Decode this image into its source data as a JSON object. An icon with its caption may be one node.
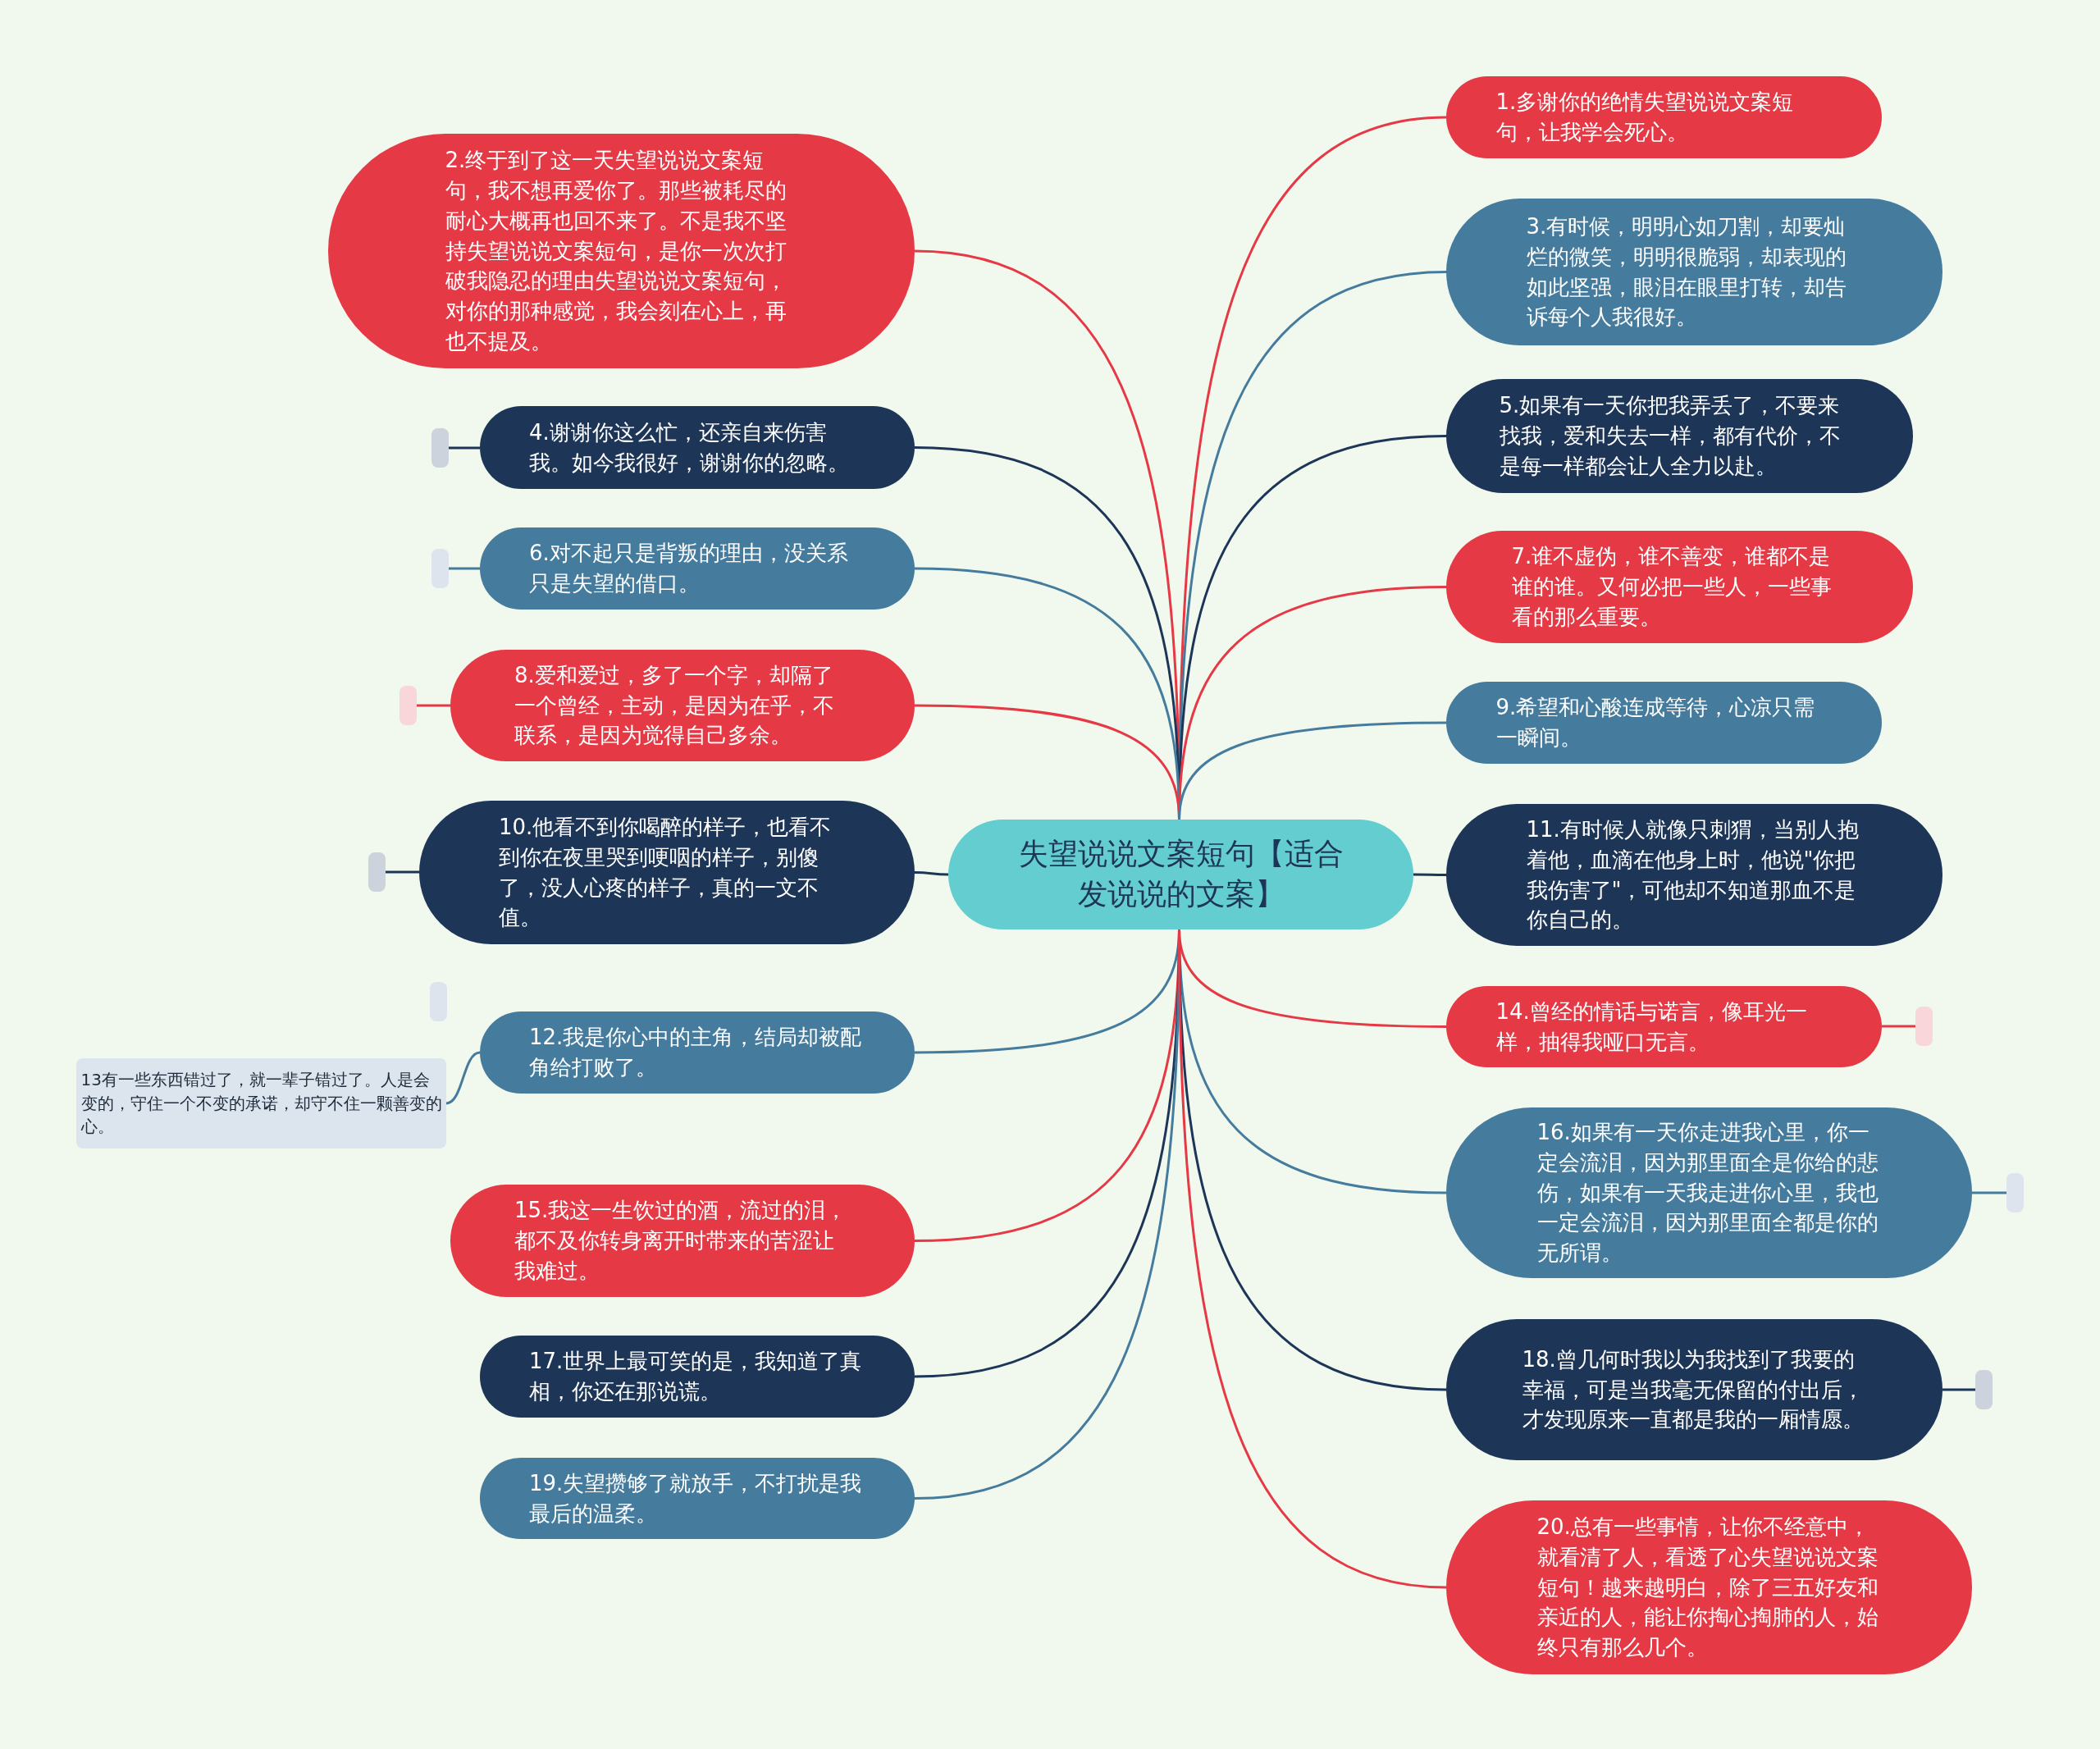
{
  "diagram": {
    "nodes": [
      {
        "text": [
          "失望说说文案短句【适合发说说的文案】"
        ]
      },
      {
        "text": [
          "1.多谢你的绝情失望说说文案短句，让我学会死心。"
        ]
      },
      {
        "text": [
          "2.终于到了这一天失望说说文案短句，我不想再爱你了。那些被耗尽的耐心大概再也回不来了。不是我不坚持失望说说文案短句，是你一次次打破我隐忍的理由失望说说文案短句，对你的那种感觉，我会刻在心上，再也不提及。"
        ]
      },
      {
        "text": [
          "3.有时候，明明心如刀割，却要灿烂的微笑，明明很脆弱，却表现的如此坚强，眼泪在眼里打转，却告诉每个人我很好。"
        ]
      },
      {
        "text": [
          "4.谢谢你这么忙，还亲自来伤害我。如今我很好，谢谢你的忽略。"
        ]
      },
      {
        "text": [
          "5.如果有一天你把我弄丢了，不要来找我，爱和失去一样，都有代价，不是每一样都会让人全力以赴。"
        ]
      },
      {
        "text": [
          "6.对不起只是背叛的理由，没关系只是失望的借口。"
        ]
      },
      {
        "text": [
          "7.谁不虚伪，谁不善变，谁都不是谁的谁。又何必把一些人，一些事看的那么重要。"
        ]
      },
      {
        "text": [
          "8.爱和爱过，多了一个字，却隔了一个曾经，主动，是因为在乎，不联系，是因为觉得自己多余。"
        ]
      },
      {
        "text": [
          "9.希望和心酸连成等待，心凉只需一瞬间。"
        ]
      },
      {
        "text": [
          "10.他看不到你喝醉的样子，也看不到你在夜里哭到哽咽的样子，别傻了，没人心疼的样子，真的一文不值。"
        ]
      },
      {
        "text": [
          "11.有时候人就像只刺猬，当别人抱着他，血滴在他身上时，他说\"你把我伤害了\"，可他却不知道那血不是你自己的。"
        ]
      },
      {
        "text": [
          "12.我是你心中的主角，结局却被配角给打败了。"
        ]
      },
      {
        "text": [
          "13有一些东西错过了，就一辈子错过了。人是会变的，守住一个不变的承诺，却守不住一颗善变的心。"
        ]
      },
      {
        "text": [
          "14.曾经的情话与诺言，像耳光一样，抽得我哑口无言。"
        ]
      },
      {
        "text": [
          "15.我这一生饮过的酒，流过的泪，都不及你转身离开时带来的苦涩让我难过。"
        ]
      },
      {
        "text": [
          "16.如果有一天你走进我心里，你一定会流泪，因为那里面全是你给的悲伤，如果有一天我走进你心里，我也一定会流泪，因为那里面全都是你的无所谓。"
        ]
      },
      {
        "text": [
          "17.世界上最可笑的是，我知道了真相，你还在那说谎。"
        ]
      },
      {
        "text": [
          "18.曾几何时我以为我找到了我要的幸福，可是当我毫无保留的付出后，才发现原来一直都是我的一厢情愿。"
        ]
      },
      {
        "text": [
          "19.失望攒够了就放手，不打扰是我最后的温柔。"
        ]
      },
      {
        "text": [
          "20.总有一些事情，让你不经意中，就看清了人，看透了心失望说说文案短句！越来越明白，除了三五好友和亲近的人，能让你掏心掏肺的人，始终只有那么几个。"
        ]
      }
    ],
    "edges": [
      {
        "from": 0,
        "to": 1,
        "arrow": "none",
        "color": "#e63946"
      },
      {
        "from": 0,
        "to": 2,
        "arrow": "none",
        "color": "#e63946"
      },
      {
        "from": 0,
        "to": 3,
        "arrow": "none",
        "color": "#457b9d"
      },
      {
        "from": 0,
        "to": 4,
        "arrow": "none",
        "color": "#1d3557"
      },
      {
        "from": 0,
        "to": 5,
        "arrow": "none",
        "color": "#1d3557"
      },
      {
        "from": 0,
        "to": 6,
        "arrow": "none",
        "color": "#457b9d"
      },
      {
        "from": 0,
        "to": 7,
        "arrow": "none",
        "color": "#e63946"
      },
      {
        "from": 0,
        "to": 8,
        "arrow": "none",
        "color": "#e63946"
      },
      {
        "from": 0,
        "to": 9,
        "arrow": "none",
        "color": "#457b9d"
      },
      {
        "from": 0,
        "to": 10,
        "arrow": "none",
        "color": "#1d3557"
      },
      {
        "from": 0,
        "to": 11,
        "arrow": "none",
        "color": "#1d3557"
      },
      {
        "from": 0,
        "to": 12,
        "arrow": "none",
        "color": "#457b9d"
      },
      {
        "from": 12,
        "to": 13,
        "arrow": "none",
        "color": "#457b9d"
      },
      {
        "from": 0,
        "to": 14,
        "arrow": "none",
        "color": "#e63946"
      },
      {
        "from": 0,
        "to": 15,
        "arrow": "none",
        "color": "#e63946"
      },
      {
        "from": 0,
        "to": 16,
        "arrow": "none",
        "color": "#457b9d"
      },
      {
        "from": 0,
        "to": 17,
        "arrow": "none",
        "color": "#1d3557"
      },
      {
        "from": 0,
        "to": 18,
        "arrow": "none",
        "color": "#1d3557"
      },
      {
        "from": 0,
        "to": 19,
        "arrow": "none",
        "color": "#457b9d"
      },
      {
        "from": 0,
        "to": 20,
        "arrow": "none",
        "color": "#e63946"
      }
    ]
  }
}
